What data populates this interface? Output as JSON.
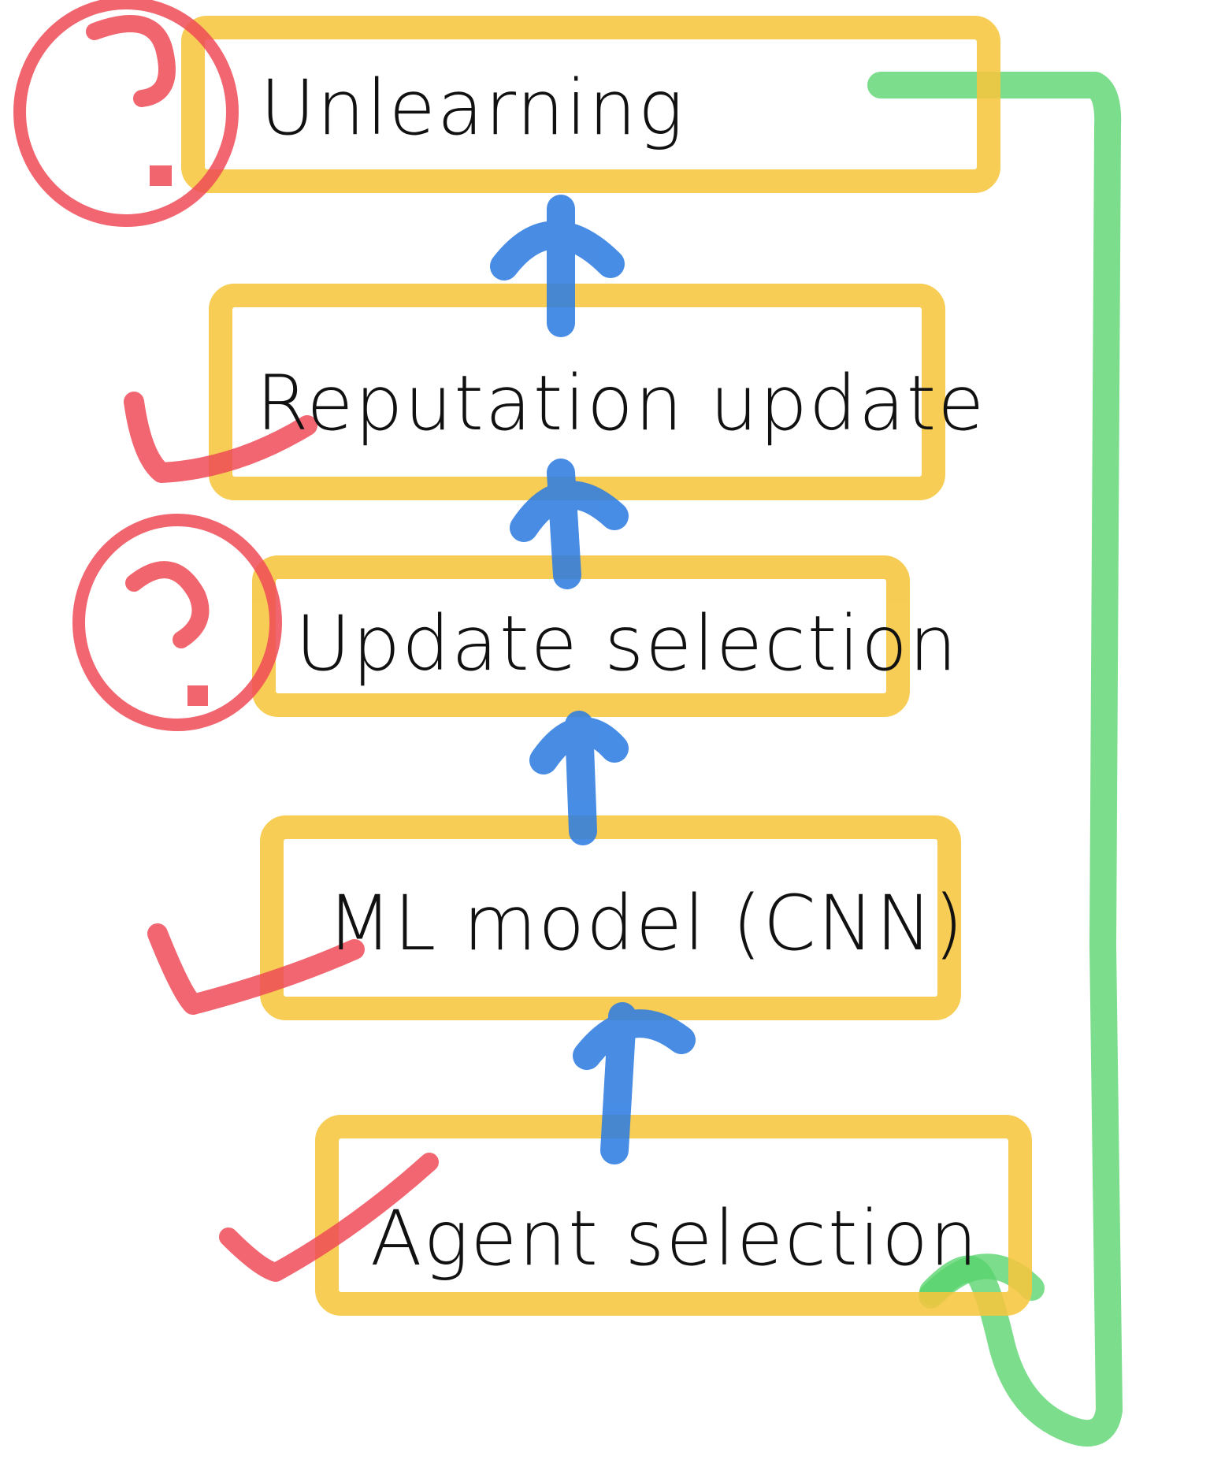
{
  "diagram": {
    "stages": [
      {
        "id": "unlearning",
        "label": "Unlearning",
        "status": "question"
      },
      {
        "id": "reputation-update",
        "label": "Reputation update",
        "status": "check"
      },
      {
        "id": "update-selection",
        "label": "Update selection",
        "status": "question"
      },
      {
        "id": "ml-model",
        "label": "ML model (CNN)",
        "status": "check"
      },
      {
        "id": "agent-selection",
        "label": "Agent selection",
        "status": "check"
      }
    ],
    "status_symbols": {
      "question": "?",
      "check": "✓"
    },
    "colors": {
      "box": "#f6c63d",
      "arrow": "#2f7de1",
      "arrow_overlap": "#1c4fb3",
      "mark": "#ef4b57",
      "loop": "#57d46b",
      "ink": "#111111"
    },
    "flow": "bottom-to-top",
    "loop": "Unlearning → Agent selection"
  }
}
